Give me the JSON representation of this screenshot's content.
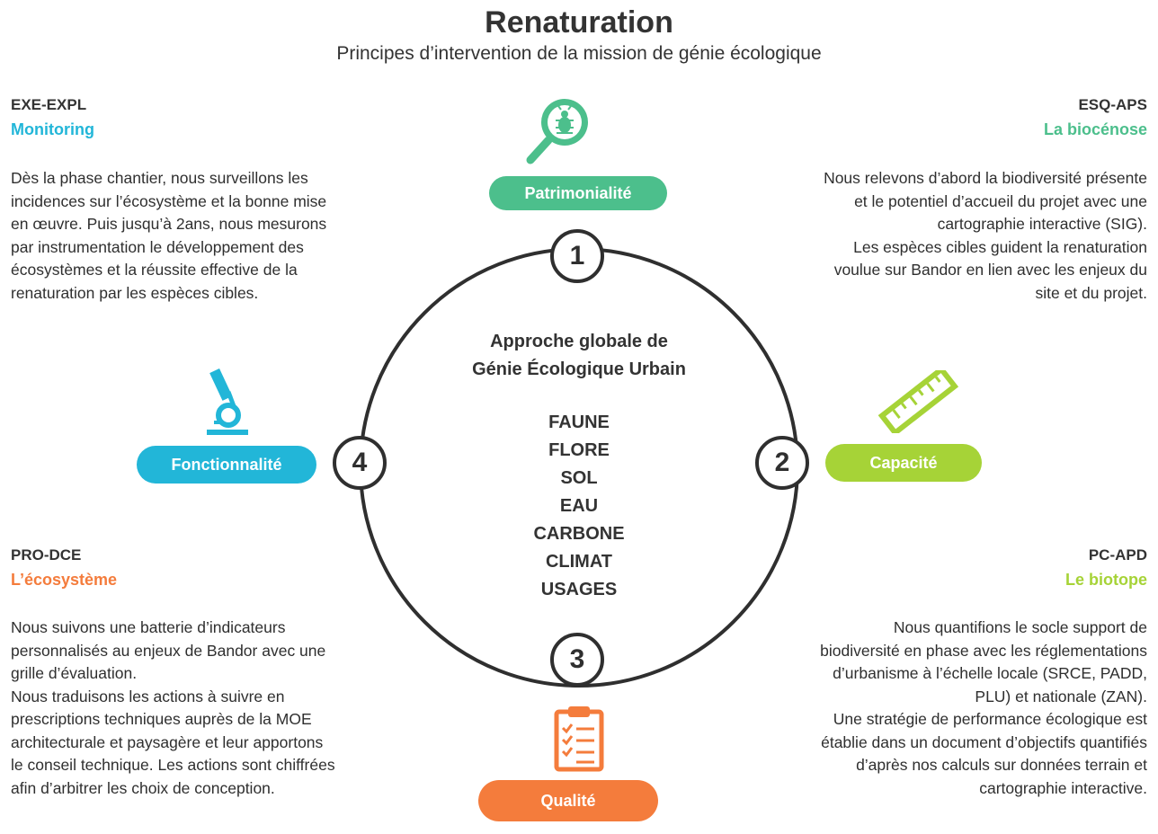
{
  "title": "Renaturation",
  "subtitle": "Principes d’intervention de la mission de génie écologique",
  "colors": {
    "patrimonialite": "#4cbf8c",
    "capacite": "#a6d337",
    "qualite": "#f47c3c",
    "fonctionnalite": "#22b6d8",
    "ring": "#2f2f2f"
  },
  "center": {
    "title_line1": "Approche globale de",
    "title_line2": "Génie Écologique Urbain",
    "items": [
      "FAUNE",
      "FLORE",
      "SOL",
      "EAU",
      "CARBONE",
      "CLIMAT",
      "USAGES"
    ]
  },
  "nodes": [
    {
      "number": "1",
      "label": "Patrimonialité",
      "icon": "magnifier-bug-icon"
    },
    {
      "number": "2",
      "label": "Capacité",
      "icon": "ruler-icon"
    },
    {
      "number": "3",
      "label": "Qualité",
      "icon": "clipboard-checklist-icon"
    },
    {
      "number": "4",
      "label": "Fonctionnalité",
      "icon": "microscope-icon"
    }
  ],
  "phases": {
    "top_left": {
      "code": "EXE-EXPL",
      "name": "Monitoring",
      "lines": [
        "Dès la phase chantier, nous surveillons les",
        "incidences sur l’écosystème et la bonne mise",
        "en œuvre. Puis jusqu’à 2ans, nous mesurons",
        "par instrumentation le développement des",
        "écosystèmes et la réussite effective de la",
        "renaturation par les espèces cibles."
      ]
    },
    "top_right": {
      "code": "ESQ-APS",
      "name": "La biocénose",
      "lines": [
        "Nous relevons d’abord la biodiversité présente",
        "et le potentiel d’accueil du projet avec une",
        "cartographie interactive (SIG).",
        "Les espèces cibles guident la renaturation",
        "voulue sur Bandor en lien avec les enjeux du",
        "site et du projet."
      ]
    },
    "bottom_left": {
      "code": "PRO-DCE",
      "name": "L’écosystème",
      "lines": [
        "Nous suivons une batterie d’indicateurs",
        "personnalisés au enjeux de Bandor avec une",
        "grille d’évaluation.",
        "Nous traduisons les actions à suivre en",
        "prescriptions techniques auprès de la MOE",
        "architecturale et paysagère et leur apportons",
        "le conseil technique. Les actions sont chiffrées",
        "afin d’arbitrer les choix de conception."
      ]
    },
    "bottom_right": {
      "code": "PC-APD",
      "name": "Le biotope",
      "lines": [
        "Nous quantifions le socle support de",
        "biodiversité en phase avec les réglementations",
        "d’urbanisme à l’échelle locale (SRCE, PADD,",
        "PLU) et nationale (ZAN).",
        "Une stratégie de performance écologique est",
        "établie dans un document d’objectifs quantifiés",
        "d’après nos calculs sur données terrain et",
        "cartographie interactive."
      ]
    }
  }
}
